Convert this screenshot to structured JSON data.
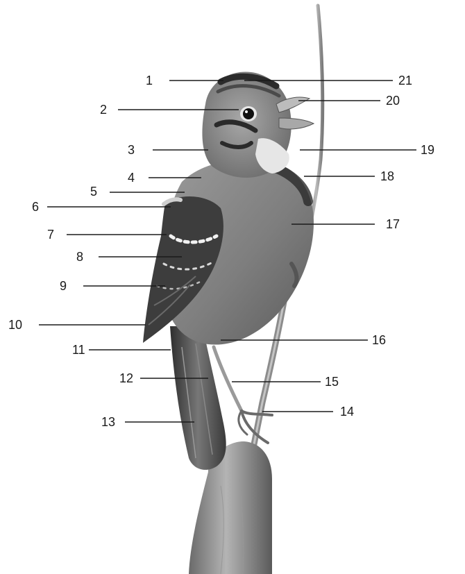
{
  "labels": [
    {
      "id": 1,
      "text": "1"
    },
    {
      "id": 2,
      "text": "2"
    },
    {
      "id": 3,
      "text": "3"
    },
    {
      "id": 4,
      "text": "4"
    },
    {
      "id": 5,
      "text": "5"
    },
    {
      "id": 6,
      "text": "6"
    },
    {
      "id": 7,
      "text": "7"
    },
    {
      "id": 8,
      "text": "8"
    },
    {
      "id": 9,
      "text": "9"
    },
    {
      "id": 10,
      "text": "10"
    },
    {
      "id": 11,
      "text": "11"
    },
    {
      "id": 12,
      "text": "12"
    },
    {
      "id": 13,
      "text": "13"
    },
    {
      "id": 14,
      "text": "14"
    },
    {
      "id": 15,
      "text": "15"
    },
    {
      "id": 16,
      "text": "16"
    },
    {
      "id": 17,
      "text": "17"
    },
    {
      "id": 18,
      "text": "18"
    },
    {
      "id": 19,
      "text": "19"
    },
    {
      "id": 20,
      "text": "20"
    },
    {
      "id": 21,
      "text": "21"
    }
  ]
}
